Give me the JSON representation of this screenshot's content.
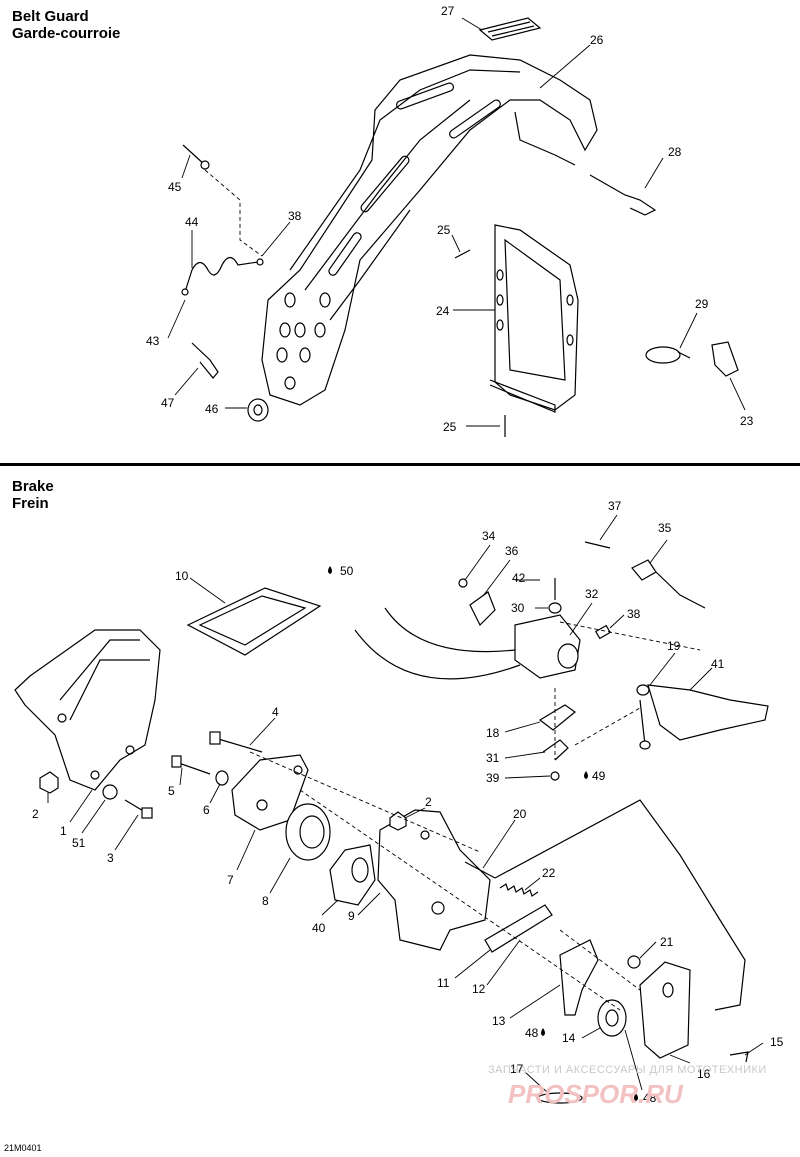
{
  "sections": {
    "belt_guard": {
      "title_en": "Belt Guard",
      "title_fr": "Garde-courroie"
    },
    "brake": {
      "title_en": "Brake",
      "title_fr": "Frein"
    }
  },
  "belt_guard_labels": [
    "27",
    "26",
    "28",
    "45",
    "44",
    "38",
    "25",
    "24",
    "29",
    "43",
    "47",
    "46",
    "25",
    "23"
  ],
  "brake_labels": [
    "37",
    "34",
    "36",
    "35",
    "10",
    "50",
    "42",
    "30",
    "32",
    "38",
    "19",
    "41",
    "4",
    "18",
    "31",
    "39",
    "49",
    "2",
    "5",
    "6",
    "1",
    "51",
    "3",
    "2",
    "20",
    "7",
    "8",
    "40",
    "9",
    "22",
    "21",
    "11",
    "12",
    "13",
    "48",
    "14",
    "15",
    "17",
    "16",
    "48"
  ],
  "figure_code": "21M0401",
  "watermark": {
    "line1": "ЗАПЧАСТИ И АКСЕССУАРЫ ДЛЯ МОТОТЕХНИКИ",
    "line2": "PROSPOR.RU"
  }
}
